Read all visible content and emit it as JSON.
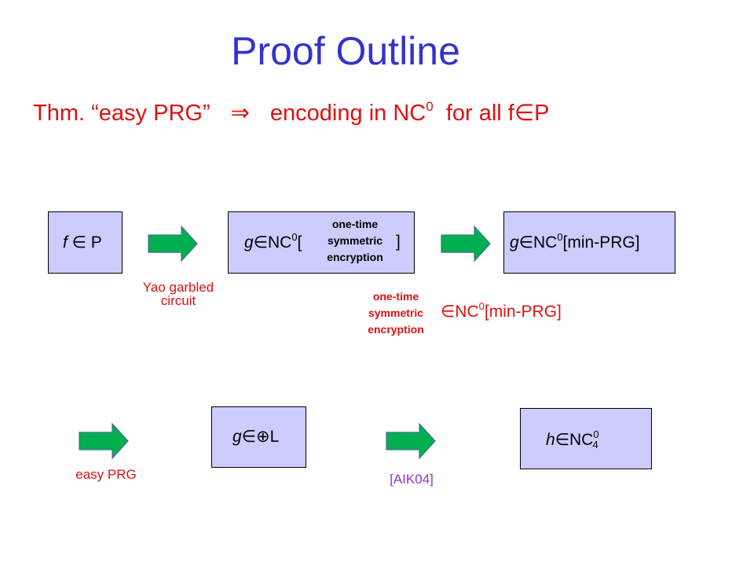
{
  "title": "Proof Outline",
  "theorem": {
    "prefix": "Thm.",
    "quote": "“easy PRG”",
    "implies": "⇒",
    "text": "encoding in NC",
    "sup": "0",
    "suffix": "for all f∈P"
  },
  "row1": {
    "box1": {
      "f": "f",
      "rest": " ∈ P"
    },
    "box2": {
      "g": "g",
      "mid": "∈NC",
      "sup": "0",
      "open": "[",
      "close": "]",
      "inner": [
        "one-time",
        "symmetric",
        "encryption"
      ]
    },
    "box3": {
      "g": "g",
      "mid": "∈NC",
      "sup": "0",
      "rest": "[min-PRG]"
    },
    "arrow1_label": [
      "Yao garbled",
      "circuit"
    ],
    "arrow2_label": [
      "one-time",
      "symmetric",
      "encryption"
    ],
    "arrow2_suffix": {
      "pre": "∈NC",
      "sup": "0",
      "rest": "[min-PRG]"
    }
  },
  "row2": {
    "arrow1_label": "easy PRG",
    "box1": {
      "g": "g",
      "rest": "∈⊕L"
    },
    "arrow2_label": "[AIK04]",
    "box2": {
      "h": "h",
      "mid": "∈NC",
      "sup": "0",
      "sub": "4"
    }
  },
  "colors": {
    "title": "#3333cc",
    "theorem": "#e01010",
    "box_fill": "#ccccff",
    "arrow_fill": "#00b050",
    "label_red": "#e01010",
    "label_purple": "#9933cc"
  },
  "icons": {
    "arrow": "right-block-arrow"
  }
}
